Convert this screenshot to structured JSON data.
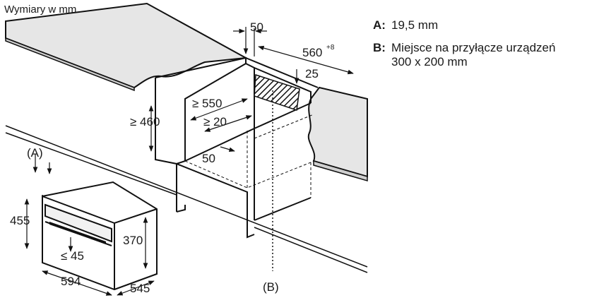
{
  "header": {
    "title": "Wymiary w mm"
  },
  "legend": [
    {
      "key": "A:",
      "text": "19,5 mm"
    },
    {
      "key": "B:",
      "text": "Miejsce na przyłącze urządzeń\n300 x 200 mm"
    }
  ],
  "dimensions": {
    "niche_top_gap": "50",
    "niche_depth": "560",
    "niche_depth_tolerance": "+8",
    "connection_offset": "25",
    "min_depth": "≥ 550",
    "min_height": "≥ 460",
    "min_gap": "≥ 20",
    "shelf_gap": "50",
    "oven_height": "455",
    "oven_body_height": "370",
    "door_gap": "≤ 45",
    "oven_width": "594",
    "oven_depth": "545"
  },
  "callouts": {
    "a": "(A)",
    "b": "(B)"
  }
}
